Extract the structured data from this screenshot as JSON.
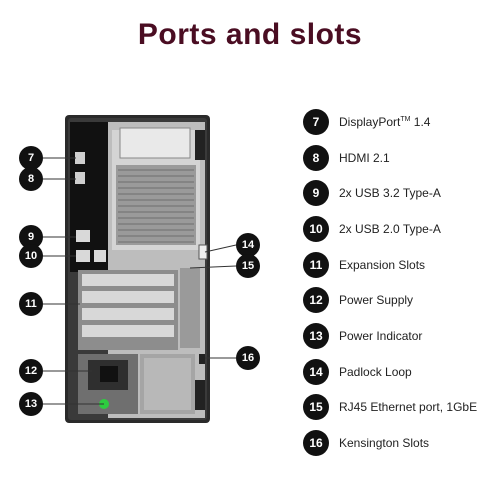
{
  "title": "Ports and slots",
  "colors": {
    "title": "#4a0d22",
    "badge": "#111111",
    "chassis": "#2a2a2a",
    "panel": "#cfcfcf"
  },
  "legend": [
    {
      "num": "7",
      "label": "DisplayPort",
      "sup": "TM",
      "suffix": " 1.4"
    },
    {
      "num": "8",
      "label": "HDMI 2.1"
    },
    {
      "num": "9",
      "label": "2x USB 3.2 Type-A"
    },
    {
      "num": "10",
      "label": "2x USB 2.0 Type-A"
    },
    {
      "num": "11",
      "label": "Expansion Slots"
    },
    {
      "num": "12",
      "label": "Power Supply"
    },
    {
      "num": "13",
      "label": "Power Indicator"
    },
    {
      "num": "14",
      "label": "Padlock Loop"
    },
    {
      "num": "15",
      "label": "RJ45 Ethernet port, 1GbE"
    },
    {
      "num": "16",
      "label": "Kensington Slots"
    }
  ],
  "callouts": [
    {
      "num": "7"
    },
    {
      "num": "8"
    },
    {
      "num": "9"
    },
    {
      "num": "10"
    },
    {
      "num": "11"
    },
    {
      "num": "12"
    },
    {
      "num": "13"
    },
    {
      "num": "14"
    },
    {
      "num": "15"
    },
    {
      "num": "16"
    }
  ]
}
